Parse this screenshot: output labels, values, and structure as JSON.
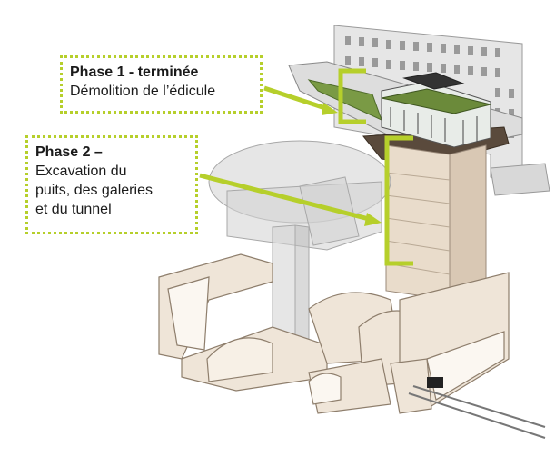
{
  "callouts": [
    {
      "title": "Phase 1 -  terminée",
      "lines": [
        "Démolition de l’édicule"
      ]
    },
    {
      "title": "Phase 2 –",
      "lines": [
        "Excavation du",
        "puits, des galeries",
        "et du tunnel"
      ]
    }
  ],
  "colors": {
    "accent": "#b6cf2b",
    "pavilion_green": "#6b8a3a",
    "concrete": "#efe5d8",
    "concrete_edge": "#9a8a7a",
    "ghost_structure": "#c8c8c8"
  }
}
